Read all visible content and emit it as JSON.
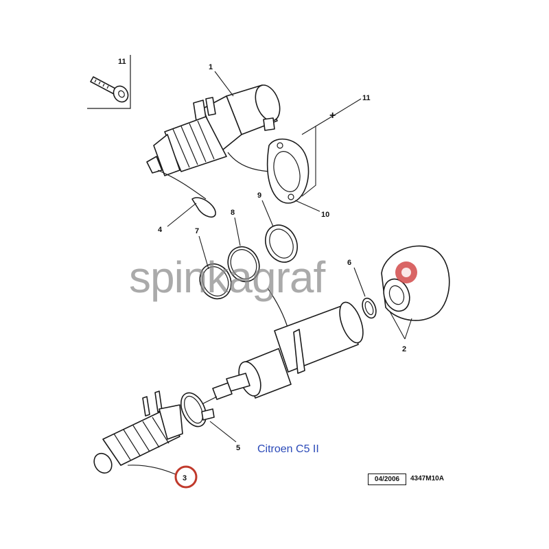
{
  "diagram": {
    "callouts": [
      "1",
      "2",
      "3",
      "4",
      "5",
      "6",
      "7",
      "8",
      "9",
      "10",
      "11",
      "11"
    ],
    "highlighted_callout": "3",
    "model": "Citroen C5 II",
    "date_code": "04/2006",
    "drawing_ref": "4347M10A",
    "plus_symbol": "+"
  },
  "watermark": {
    "text": "spinkagraf",
    "logo": "red-circle-logo"
  },
  "colors": {
    "line": "#1a1a1a",
    "watermark": "#8a8a8a",
    "highlight": "#c0392b",
    "model_text": "#2a49b8"
  }
}
